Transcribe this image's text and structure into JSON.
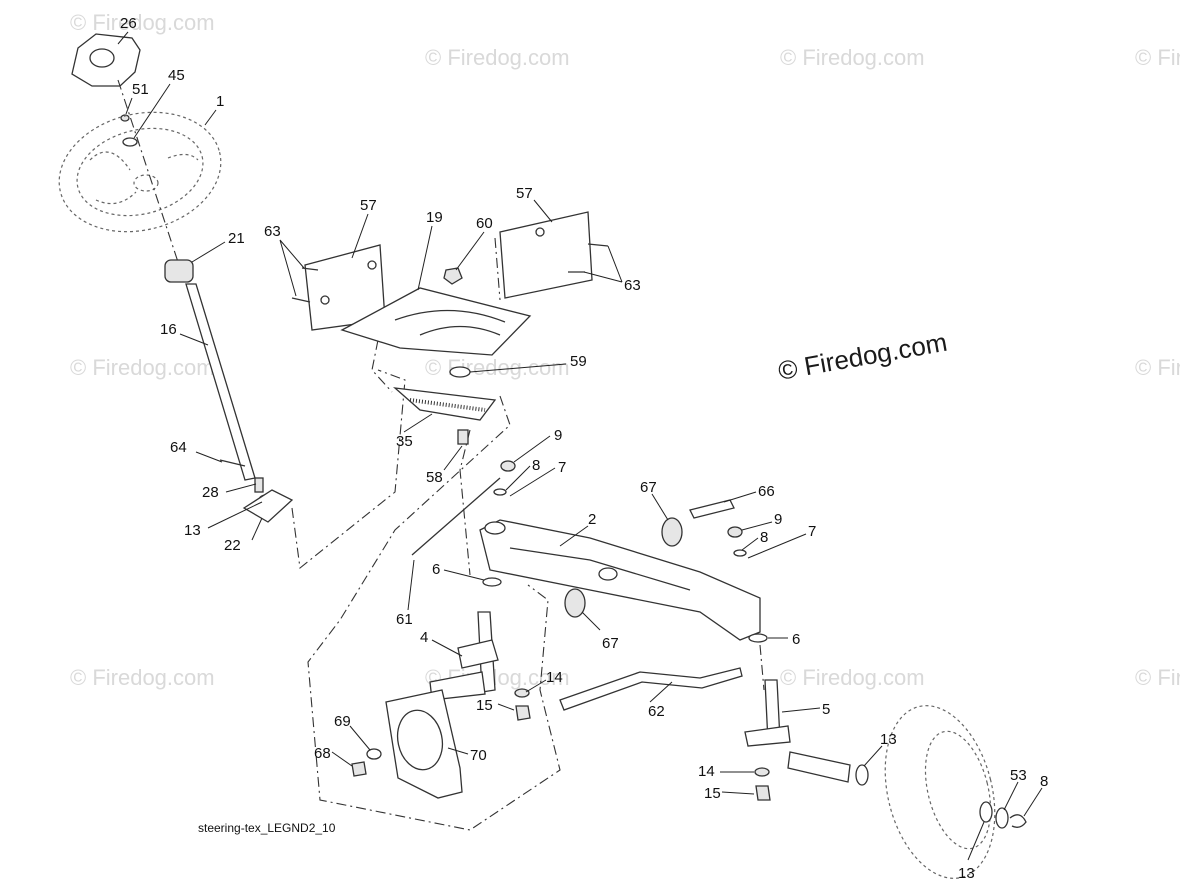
{
  "diagram": {
    "caption": "steering-tex_LEGND2_10",
    "watermark_main": "© Firedog.com",
    "watermark_faint": "© Firedog.com",
    "callouts": [
      {
        "id": "c26",
        "text": "26"
      },
      {
        "id": "c51",
        "text": "51"
      },
      {
        "id": "c45",
        "text": "45"
      },
      {
        "id": "c1",
        "text": "1"
      },
      {
        "id": "c21",
        "text": "21"
      },
      {
        "id": "c16",
        "text": "16"
      },
      {
        "id": "c64",
        "text": "64"
      },
      {
        "id": "c28",
        "text": "28"
      },
      {
        "id": "c13a",
        "text": "13"
      },
      {
        "id": "c22",
        "text": "22"
      },
      {
        "id": "c63a",
        "text": "63"
      },
      {
        "id": "c57a",
        "text": "57"
      },
      {
        "id": "c19",
        "text": "19"
      },
      {
        "id": "c60",
        "text": "60"
      },
      {
        "id": "c57b",
        "text": "57"
      },
      {
        "id": "c63b",
        "text": "63"
      },
      {
        "id": "c59",
        "text": "59"
      },
      {
        "id": "c35",
        "text": "35"
      },
      {
        "id": "c58",
        "text": "58"
      },
      {
        "id": "c9a",
        "text": "9"
      },
      {
        "id": "c8a",
        "text": "8"
      },
      {
        "id": "c7a",
        "text": "7"
      },
      {
        "id": "c67a",
        "text": "67"
      },
      {
        "id": "c66",
        "text": "66"
      },
      {
        "id": "c2",
        "text": "2"
      },
      {
        "id": "c9b",
        "text": "9"
      },
      {
        "id": "c8b",
        "text": "8"
      },
      {
        "id": "c7b",
        "text": "7"
      },
      {
        "id": "c6a",
        "text": "6"
      },
      {
        "id": "c61",
        "text": "61"
      },
      {
        "id": "c67b",
        "text": "67"
      },
      {
        "id": "c6b",
        "text": "6"
      },
      {
        "id": "c4",
        "text": "4"
      },
      {
        "id": "c14a",
        "text": "14"
      },
      {
        "id": "c15a",
        "text": "15"
      },
      {
        "id": "c62",
        "text": "62"
      },
      {
        "id": "c5",
        "text": "5"
      },
      {
        "id": "c69",
        "text": "69"
      },
      {
        "id": "c70",
        "text": "70"
      },
      {
        "id": "c68",
        "text": "68"
      },
      {
        "id": "c13b",
        "text": "13"
      },
      {
        "id": "c14b",
        "text": "14"
      },
      {
        "id": "c15b",
        "text": "15"
      },
      {
        "id": "c53",
        "text": "53"
      },
      {
        "id": "c8c",
        "text": "8"
      },
      {
        "id": "c13c",
        "text": "13"
      }
    ]
  }
}
